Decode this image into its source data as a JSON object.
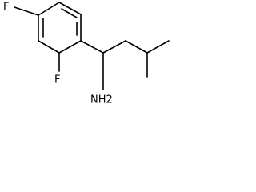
{
  "molecule": {
    "atom_labels": {
      "fluorine_top": "F",
      "fluorine_middle": "F",
      "amine": "NH2"
    },
    "colors": {
      "bond": "#000000",
      "label": "#000000",
      "background": "#ffffff"
    }
  }
}
